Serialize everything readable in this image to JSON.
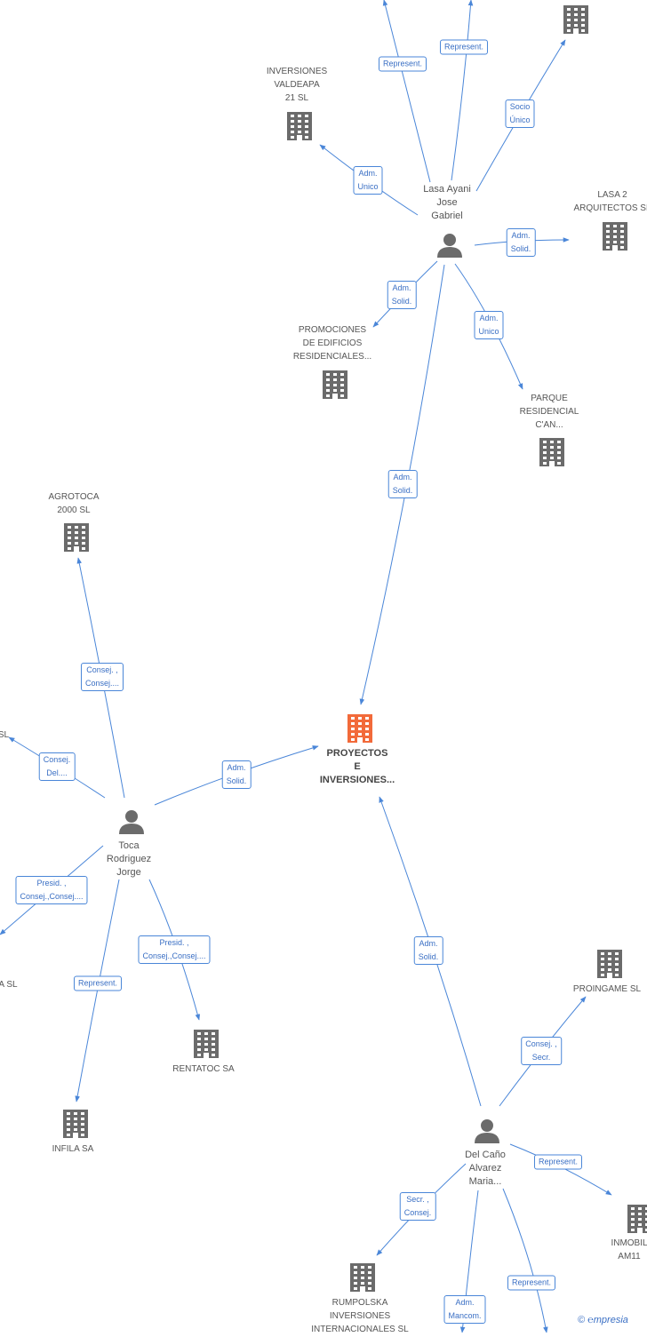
{
  "colors": {
    "edge": "#4a86d8",
    "company": "#6b6b6b",
    "focus": "#f26a3a",
    "person": "#6b6b6b"
  },
  "nodes": [
    {
      "id": "proyectos",
      "kind": "company-focus",
      "label": [
        "PROYECTOS",
        "E",
        "INVERSIONES..."
      ]
    },
    {
      "id": "lasa",
      "kind": "person",
      "label": [
        "Lasa Ayani",
        "Jose",
        "Gabriel"
      ]
    },
    {
      "id": "toca",
      "kind": "person",
      "label": [
        "Toca",
        "Rodriguez",
        "Jorge"
      ]
    },
    {
      "id": "delcano",
      "kind": "person",
      "label": [
        "Del Caño",
        "Alvarez",
        "Maria..."
      ]
    },
    {
      "id": "topright",
      "kind": "company",
      "label": []
    },
    {
      "id": "valdeapa",
      "kind": "company",
      "label": [
        "INVERSIONES",
        "VALDEAPA",
        "21 SL"
      ]
    },
    {
      "id": "lasa2",
      "kind": "company",
      "label": [
        "LASA 2",
        "ARQUITECTOS SL"
      ]
    },
    {
      "id": "promociones",
      "kind": "company",
      "label": [
        "PROMOCIONES",
        "DE EDIFICIOS",
        "RESIDENCIALES..."
      ]
    },
    {
      "id": "parque",
      "kind": "company",
      "label": [
        "PARQUE",
        "RESIDENCIAL",
        "C'AN..."
      ]
    },
    {
      "id": "agrotoca",
      "kind": "company",
      "label": [
        "AGROTOCA",
        "2000 SL"
      ]
    },
    {
      "id": "leftsl",
      "kind": "company",
      "label": [
        "SL"
      ]
    },
    {
      "id": "leftasl",
      "kind": "company",
      "label": [
        "A SL"
      ]
    },
    {
      "id": "rentatoc",
      "kind": "company",
      "label": [
        "RENTATOC SA"
      ]
    },
    {
      "id": "infila",
      "kind": "company",
      "label": [
        "INFILA SA"
      ]
    },
    {
      "id": "proingame",
      "kind": "company",
      "label": [
        "PROINGAME SL"
      ]
    },
    {
      "id": "inmobil",
      "kind": "company",
      "label": [
        "INMOBIL",
        "AM11"
      ]
    },
    {
      "id": "rumpolska",
      "kind": "company",
      "label": [
        "RUMPOLSKA",
        "INVERSIONES",
        "INTERNACIONALES SL"
      ]
    },
    {
      "id": "bottom1",
      "kind": "company",
      "label": []
    },
    {
      "id": "bottom2",
      "kind": "company",
      "label": []
    }
  ],
  "edges": [
    {
      "id": "e1",
      "label": [
        "Represent."
      ]
    },
    {
      "id": "e2",
      "label": [
        "Represent."
      ]
    },
    {
      "id": "e3",
      "label": [
        "Socio",
        "Único"
      ]
    },
    {
      "id": "e4",
      "label": [
        "Adm.",
        "Unico"
      ]
    },
    {
      "id": "e5",
      "label": [
        "Adm.",
        "Solid."
      ]
    },
    {
      "id": "e6",
      "label": [
        "Adm.",
        "Solid."
      ]
    },
    {
      "id": "e7",
      "label": [
        "Adm.",
        "Unico"
      ]
    },
    {
      "id": "e8",
      "label": [
        "Adm.",
        "Solid."
      ]
    },
    {
      "id": "e9",
      "label": [
        "Consej. ,",
        "Consej...."
      ]
    },
    {
      "id": "e10",
      "label": [
        "Consej.",
        "Del...."
      ]
    },
    {
      "id": "e11",
      "label": [
        "Adm.",
        "Solid."
      ]
    },
    {
      "id": "e12",
      "label": [
        "Presid. ,",
        "Consej.,Consej...."
      ]
    },
    {
      "id": "e13",
      "label": [
        "Presid. ,",
        "Consej.,Consej...."
      ]
    },
    {
      "id": "e14",
      "label": [
        "Represent."
      ]
    },
    {
      "id": "e15",
      "label": [
        "Adm.",
        "Solid."
      ]
    },
    {
      "id": "e16",
      "label": [
        "Consej. ,",
        "Secr."
      ]
    },
    {
      "id": "e17",
      "label": [
        "Represent."
      ]
    },
    {
      "id": "e18",
      "label": [
        "Secr. ,",
        "Consej."
      ]
    },
    {
      "id": "e19",
      "label": [
        "Adm.",
        "Mancom."
      ]
    },
    {
      "id": "e20",
      "label": [
        "Represent."
      ]
    }
  ],
  "watermark": "© ℮mpresia"
}
